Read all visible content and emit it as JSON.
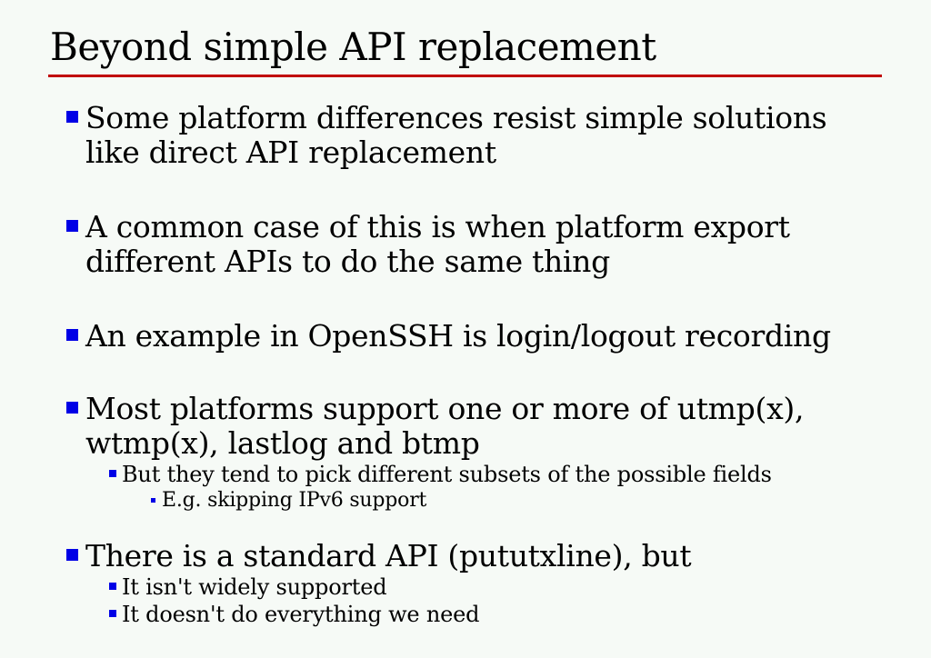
{
  "slide": {
    "title": "Beyond simple API replacement",
    "colors": {
      "background": "#f6faf6",
      "text": "#000000",
      "title_rule": "#c00000",
      "bullet": "#0000e6"
    },
    "bullets": [
      {
        "level": 1,
        "text": "Some platform differences resist simple solutions like direct API replacement"
      },
      {
        "level": 1,
        "text": "A common case of this is when platform export different APIs to do the same thing"
      },
      {
        "level": 1,
        "text": "An example in OpenSSH is login/logout recording"
      },
      {
        "level": 1,
        "text": "Most platforms support one or more of utmp(x), wtmp(x), lastlog and btmp"
      },
      {
        "level": 2,
        "text": "But they tend to pick different subsets of the possible fields"
      },
      {
        "level": 3,
        "text": "E.g. skipping IPv6 support"
      },
      {
        "level": 1,
        "text": "There is a standard API (pututxline), but"
      },
      {
        "level": 2,
        "text": "It isn't widely supported"
      },
      {
        "level": 2,
        "text": "It doesn't do everything we need"
      }
    ]
  }
}
